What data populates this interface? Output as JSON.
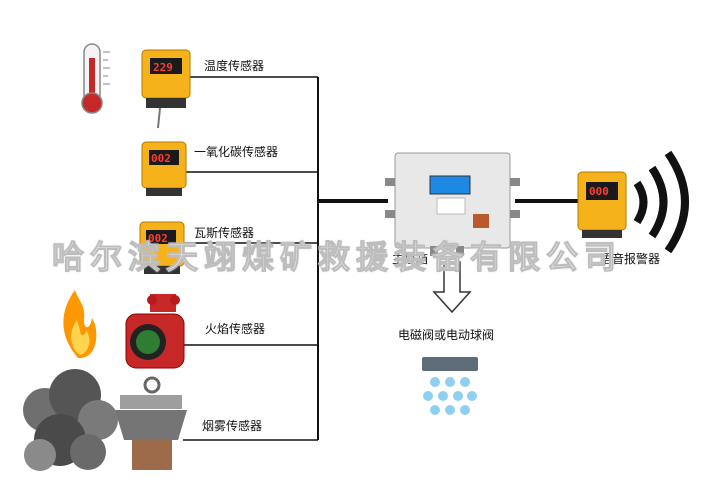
{
  "sensors": [
    {
      "label": "温度传感器",
      "display": "229"
    },
    {
      "label": "一氧化碳传感器",
      "display": "002"
    },
    {
      "label": "瓦斯传感器",
      "display": "002"
    },
    {
      "label": "火焰传感器"
    },
    {
      "label": "烟雾传感器"
    }
  ],
  "controller": {
    "label": "主控箱"
  },
  "alarm": {
    "label": "语音报警器",
    "display": "000"
  },
  "valve": {
    "label": "电磁阀或电动球阀"
  },
  "watermark": "哈尔滨天翊煤矿救援装备有限公司",
  "colors": {
    "sensor_body": "#f5b21b",
    "flame_red": "#c62828",
    "water_drop": "#8fd0f0",
    "valve_gray": "#5e6b78"
  }
}
